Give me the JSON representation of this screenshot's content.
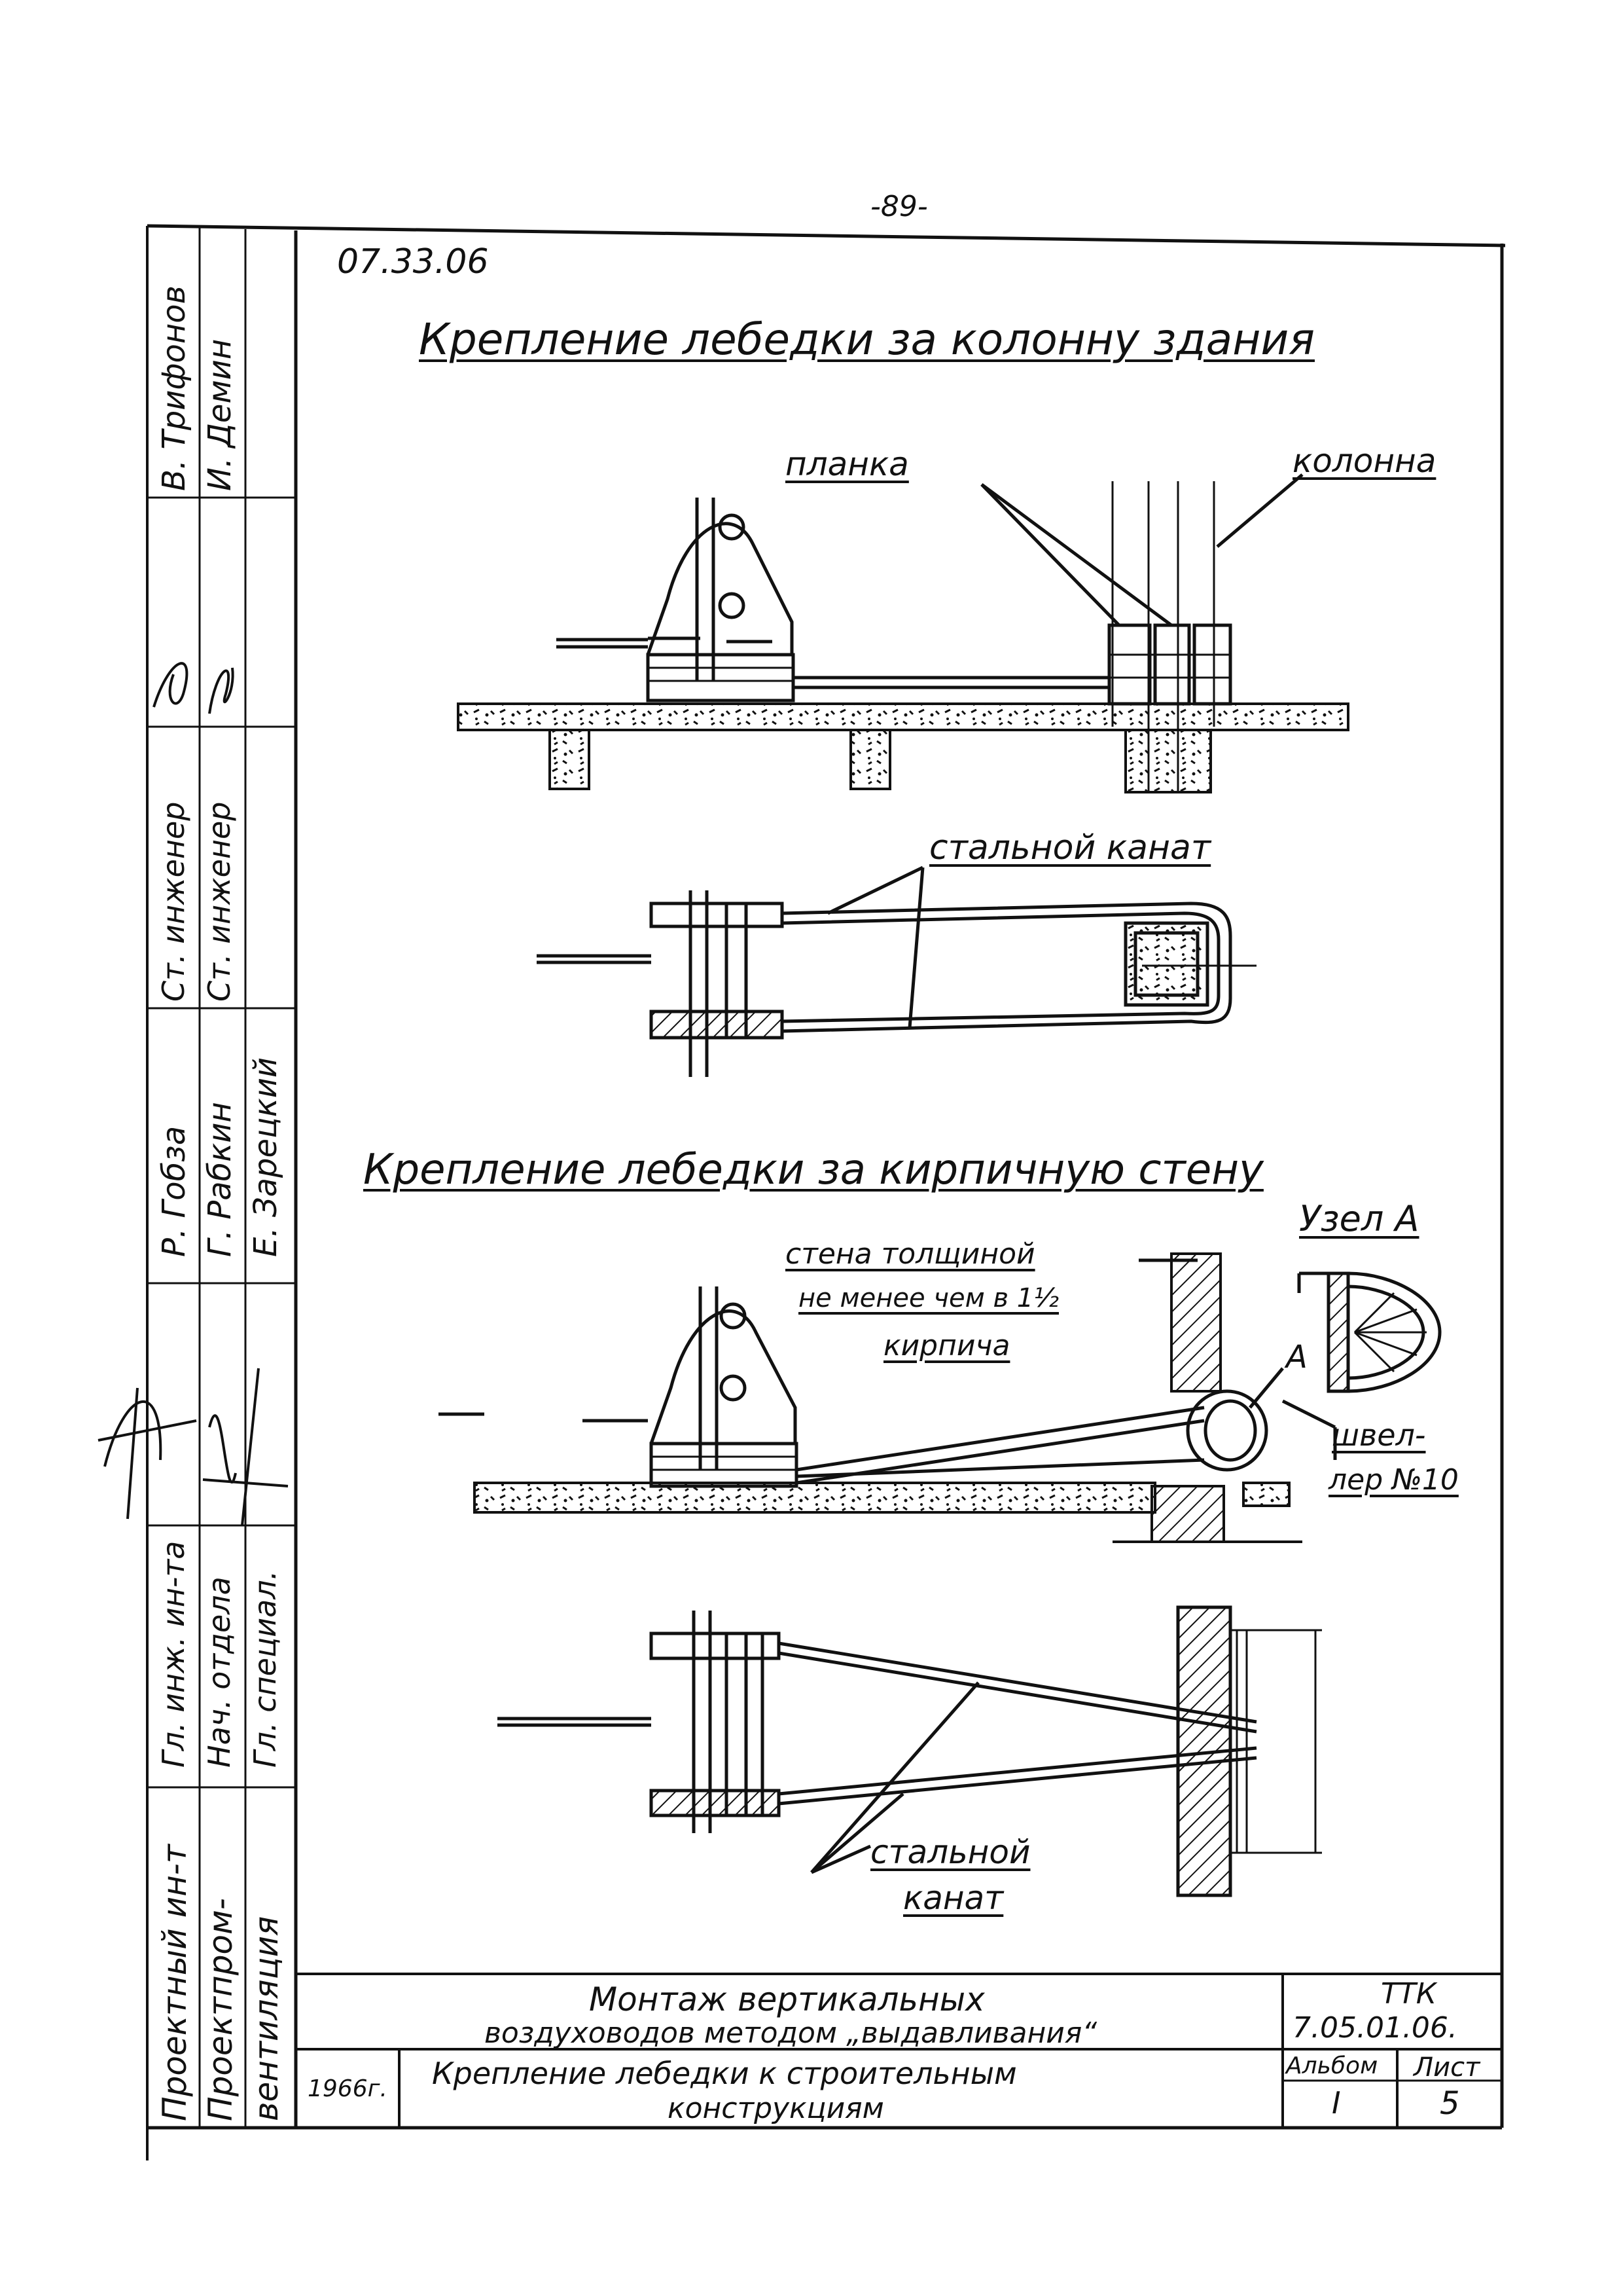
{
  "page": {
    "number": "-89-",
    "code": "07.33.06"
  },
  "headings": {
    "column": "Крепление лебедки за колонну здания",
    "brick": "Крепление лебедки за кирпичную стену"
  },
  "labels": {
    "planka": "планка",
    "kolonna": "колонна",
    "rope_top": "стальной канат",
    "wall_line1": "стена толщиной",
    "wall_line2": "не менее чем в 1½",
    "wall_line3": "кирпича",
    "uzel": "Узел А",
    "point_a": "А",
    "channel_line1": "швел-",
    "channel_line2": "лер №10",
    "rope_bottom_line1": "стальной",
    "rope_bottom_line2": "канат"
  },
  "title_block": {
    "title_line1": "Монтаж вертикальных",
    "title_line2": "воздуховодов методом „выдавливания“",
    "ttk_label": "ТТК",
    "ttk_code": "7.05.01.06.",
    "year": "1966г.",
    "sheet_title_line1": "Крепление лебедки к строительным",
    "sheet_title_line2": "конструкциям",
    "album_label": "Альбом",
    "album_value": "I",
    "sheet_label": "Лист",
    "sheet_value": "5"
  },
  "side_stamp": {
    "org1": "Проектный ин-т",
    "org2": "Проектпром-",
    "org3": "вентиляция",
    "role1": "Гл. инж. ин-та",
    "role2": "Нач. отдела",
    "role3": "Гл. специал.",
    "name1": "Р. Гобза",
    "name2": "Г. Рабкин",
    "name3": "Е. Зарецкий",
    "role4": "Ст. инженер",
    "role5": "Ст. инженер",
    "name4": "В. Трифонов",
    "name5": "И. Демин"
  }
}
